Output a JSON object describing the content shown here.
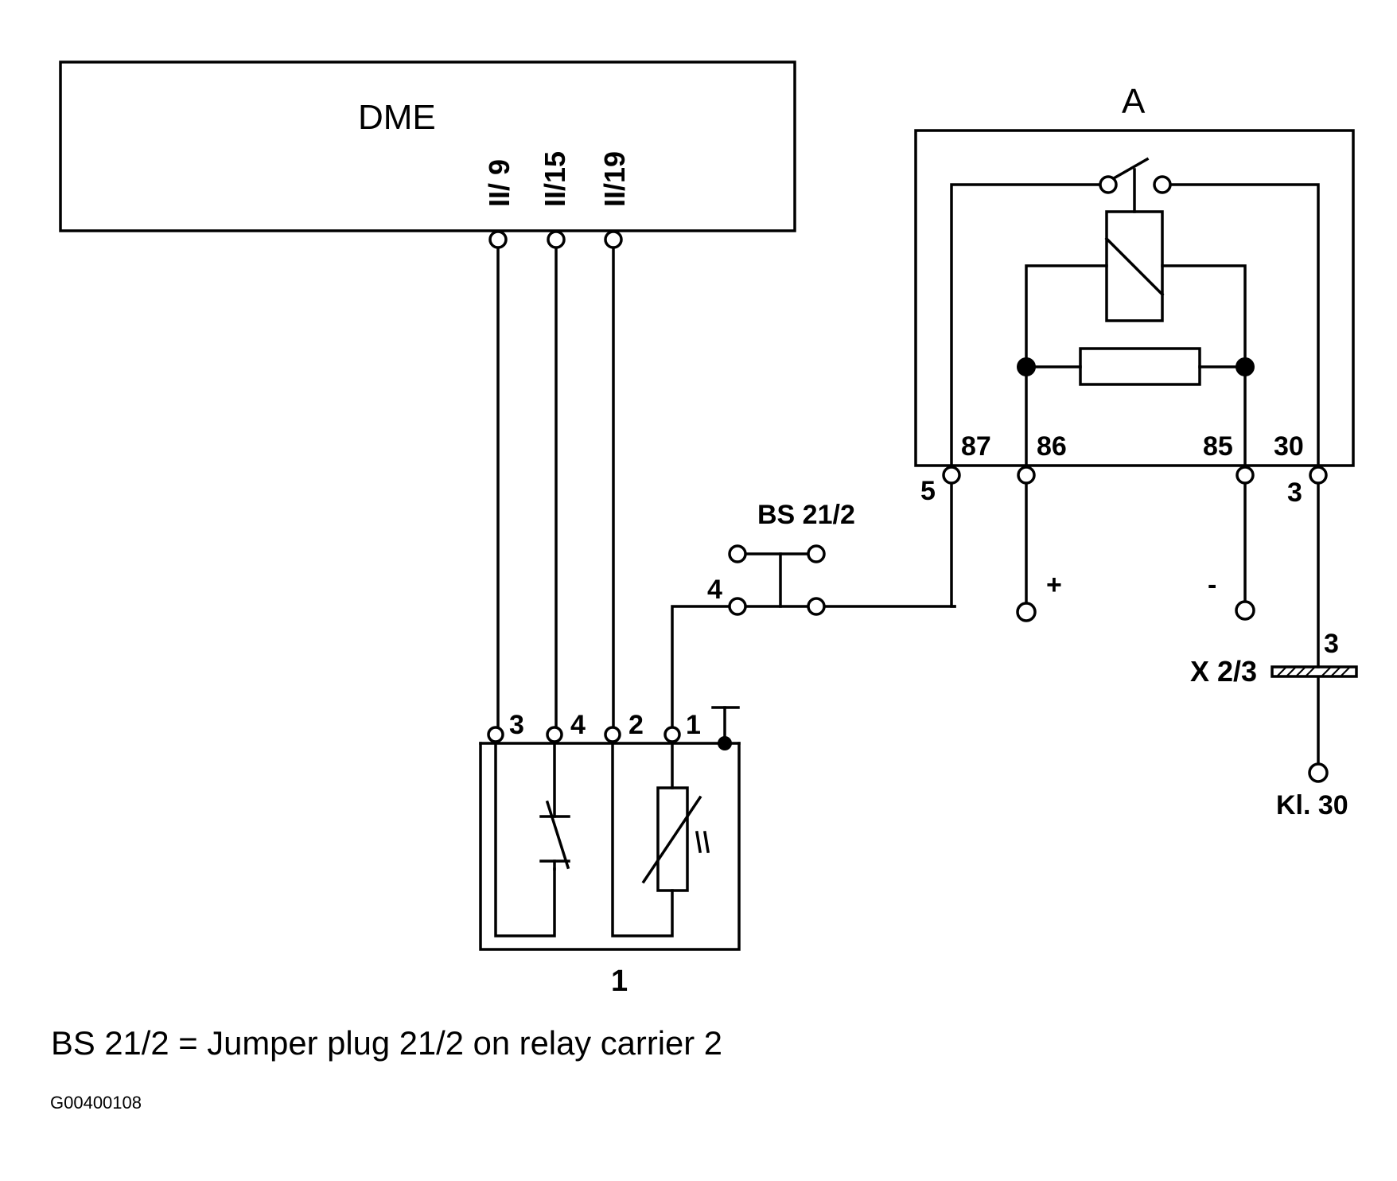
{
  "dme": {
    "title": "DME",
    "pins": [
      "II/ 9",
      "II/15",
      "II/19"
    ]
  },
  "relay": {
    "title": "A",
    "pins": {
      "p87": "87",
      "p86": "86",
      "p85": "85",
      "p30": "30"
    },
    "connector_pins": {
      "p5": "5",
      "p3": "3"
    },
    "supply": {
      "plus": "+",
      "minus": "-"
    }
  },
  "jumper": {
    "label": "BS 21/2",
    "pin": "4"
  },
  "connector_x": {
    "label": "X 2/3",
    "pin": "3"
  },
  "terminal_30": {
    "label": "Kl. 30"
  },
  "sensor": {
    "label": "1",
    "pins": [
      "3",
      "4",
      "2",
      "1"
    ]
  },
  "footnote": "BS 21/2 = Jumper plug 21/2 on relay carrier 2",
  "figure_id": "G00400108"
}
